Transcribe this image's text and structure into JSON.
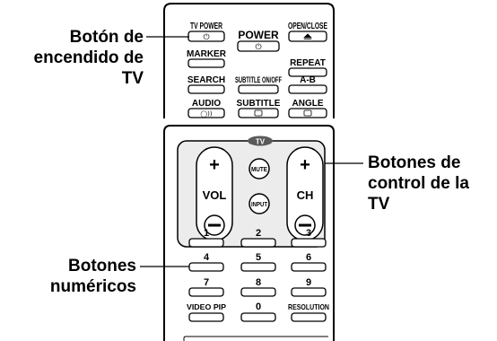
{
  "callouts": {
    "tv_power": [
      "Botón de",
      "encendido de",
      "TV"
    ],
    "tv_control": [
      "Botones de",
      "control de la",
      "TV"
    ],
    "numeric": [
      "Botones",
      "numéricos"
    ]
  },
  "remote_top": {
    "row1": [
      "TV POWER",
      "POWER",
      "OPEN/CLOSE"
    ],
    "row2": [
      "MARKER",
      "REPEAT"
    ],
    "row3": [
      "SEARCH",
      "SUBTITLE ON/OFF",
      "A-B"
    ],
    "row4": [
      "AUDIO",
      "SUBTITLE",
      "ANGLE"
    ]
  },
  "remote_bottom": {
    "tv_badge": "TV",
    "vol": "VOL",
    "ch": "CH",
    "mute": "MUTE",
    "input": "INPUT",
    "plus": "+",
    "minus": "–",
    "numbers": [
      "1",
      "2",
      "3",
      "4",
      "5",
      "6",
      "7",
      "8",
      "9"
    ],
    "last_row": [
      "VIDEO PIP",
      "0",
      "RESOLUTION"
    ]
  }
}
